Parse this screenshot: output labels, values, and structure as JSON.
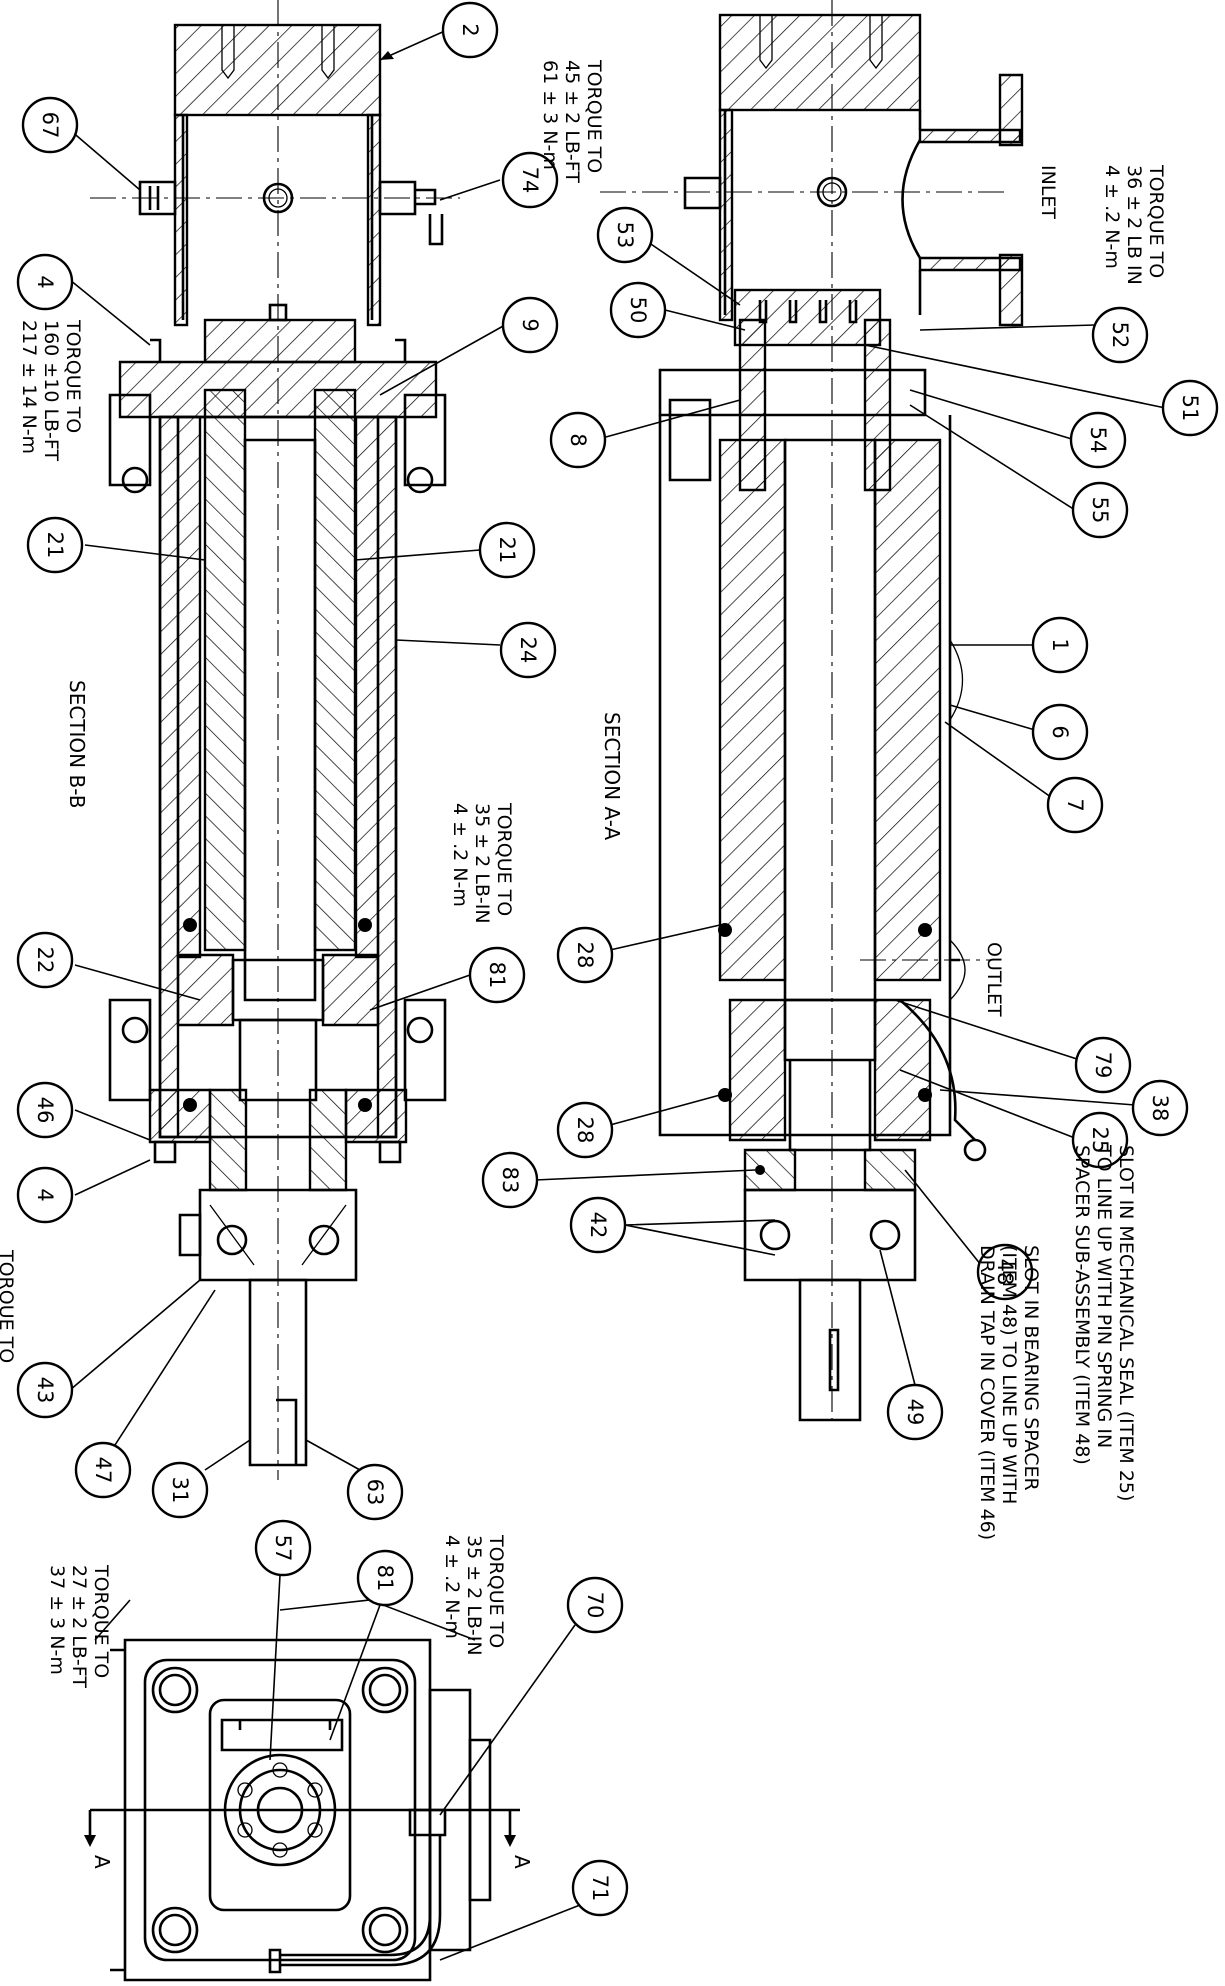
{
  "bubbles": [
    {
      "id": "b2",
      "label": "2"
    },
    {
      "id": "b67",
      "label": "67"
    },
    {
      "id": "b74",
      "label": "74"
    },
    {
      "id": "b4a",
      "label": "4"
    },
    {
      "id": "b9",
      "label": "9"
    },
    {
      "id": "b21a",
      "label": "21"
    },
    {
      "id": "b21b",
      "label": "21"
    },
    {
      "id": "b24",
      "label": "24"
    },
    {
      "id": "b22",
      "label": "22"
    },
    {
      "id": "b81a",
      "label": "81"
    },
    {
      "id": "b46",
      "label": "46"
    },
    {
      "id": "b4b",
      "label": "4"
    },
    {
      "id": "b43",
      "label": "43"
    },
    {
      "id": "b47",
      "label": "47"
    },
    {
      "id": "b31",
      "label": "31"
    },
    {
      "id": "b63",
      "label": "63"
    },
    {
      "id": "b53",
      "label": "53"
    },
    {
      "id": "b50",
      "label": "50"
    },
    {
      "id": "b52",
      "label": "52"
    },
    {
      "id": "b51",
      "label": "51"
    },
    {
      "id": "b8",
      "label": "8"
    },
    {
      "id": "b54",
      "label": "54"
    },
    {
      "id": "b55",
      "label": "55"
    },
    {
      "id": "b1",
      "label": "1"
    },
    {
      "id": "b6",
      "label": "6"
    },
    {
      "id": "b7",
      "label": "7"
    },
    {
      "id": "b28a",
      "label": "28"
    },
    {
      "id": "b79",
      "label": "79"
    },
    {
      "id": "b38",
      "label": "38"
    },
    {
      "id": "b28b",
      "label": "28"
    },
    {
      "id": "b25",
      "label": "25"
    },
    {
      "id": "b83",
      "label": "83"
    },
    {
      "id": "b42",
      "label": "42"
    },
    {
      "id": "b48",
      "label": "48"
    },
    {
      "id": "b49",
      "label": "49"
    },
    {
      "id": "b57",
      "label": "57"
    },
    {
      "id": "b81b",
      "label": "81"
    },
    {
      "id": "b70",
      "label": "70"
    },
    {
      "id": "b71",
      "label": "71"
    }
  ],
  "notes": {
    "torque_top": [
      "TORQUE TO",
      "45 ± 2 LB-FT",
      "61 ± 3 N-m"
    ],
    "torque_inlet": [
      "TORQUE TO",
      "36 ± 2 LB IN",
      "4 ± .2 N-m"
    ],
    "torque_left_top": [
      "TORQUE TO",
      "160 ±10 LB-FT",
      "217 ± 14 N-m"
    ],
    "torque_mid": [
      "TORQUE TO",
      "35 ± 2 LB-IN",
      "4 ± .2 N-m"
    ],
    "torque_bottom_left": [
      "TORQUE TO",
      "27 ± 2 LB-FT",
      "37 ± 3 N-m"
    ],
    "torque_bottom_mid": [
      "TORQUE TO",
      "35 ± 2 LB-IN",
      "4 ± .2 N-m"
    ],
    "torque_cut": "TORQUE TO",
    "seal_note": [
      "SLOT IN MECHANICAL SEAL (ITEM 25)",
      "TO LINE UP WITH PIN SPRING IN",
      "SPACER SUB-ASSEMBLY (ITEM 48)"
    ],
    "spacer_note": [
      "SLOT IN BEARING SPACER",
      "(ITEM 48) TO LINE UP WITH",
      "DRAIN TAP IN COVER (ITEM 46)"
    ],
    "inlet": "INLET",
    "outlet": "OUTLET",
    "section_bb": "SECTION B-B",
    "section_aa": "SECTION A-A",
    "cut_a1": "A",
    "cut_a2": "A"
  }
}
